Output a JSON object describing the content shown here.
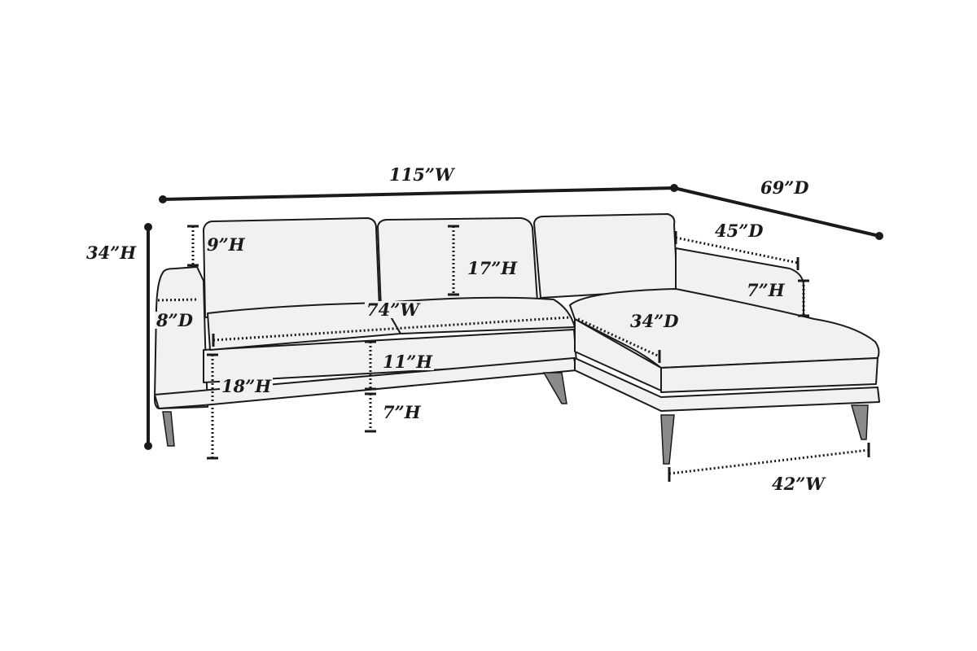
{
  "diagram": {
    "subject": "L-shaped sectional sofa with right-facing chaise",
    "colors": {
      "upholstery": "#f1f1f1",
      "outline": "#1a1a1a",
      "legs": "#8a8a8a",
      "background": "#ffffff"
    },
    "dimensions": {
      "overall_width": "115”W",
      "overall_depth": "69”D",
      "overall_height": "34”H",
      "back_above_arm": "9”H",
      "back_cushion_height": "17”H",
      "arm_depth": "8”D",
      "seat_width": "74”W",
      "seat_cushion_height": "11”H",
      "seat_height": "18”H",
      "leg_height": "7”H",
      "chaise_depth": "45”D",
      "chaise_arm_height": "7”H",
      "chaise_seat_depth": "34”D",
      "chaise_width": "42”W"
    }
  }
}
